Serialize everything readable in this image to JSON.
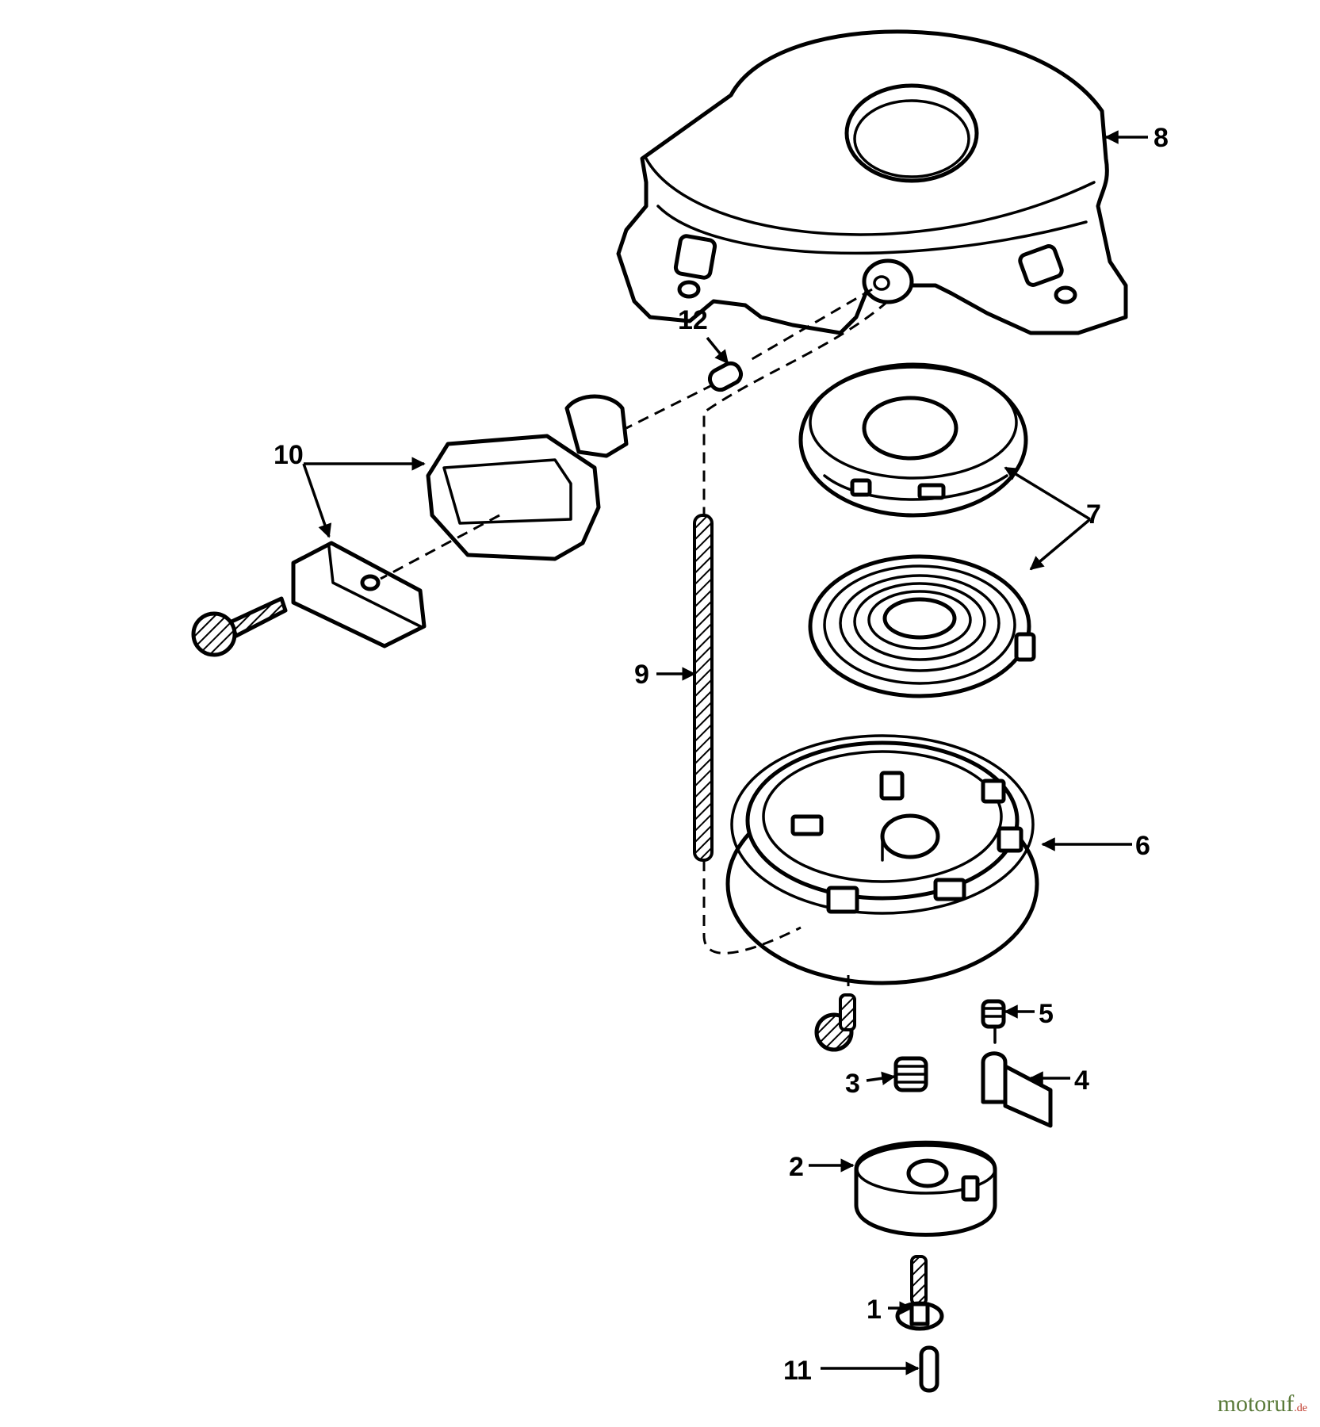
{
  "callouts": [
    {
      "id": "1",
      "label": "1"
    },
    {
      "id": "2",
      "label": "2"
    },
    {
      "id": "3",
      "label": "3"
    },
    {
      "id": "4",
      "label": "4"
    },
    {
      "id": "5",
      "label": "5"
    },
    {
      "id": "6",
      "label": "6"
    },
    {
      "id": "7",
      "label": "7"
    },
    {
      "id": "8",
      "label": "8"
    },
    {
      "id": "9",
      "label": "9"
    },
    {
      "id": "10",
      "label": "10"
    },
    {
      "id": "11",
      "label": "11"
    },
    {
      "id": "12",
      "label": "12"
    }
  ],
  "watermark": {
    "main": "motoruf",
    "tld": ".de"
  }
}
